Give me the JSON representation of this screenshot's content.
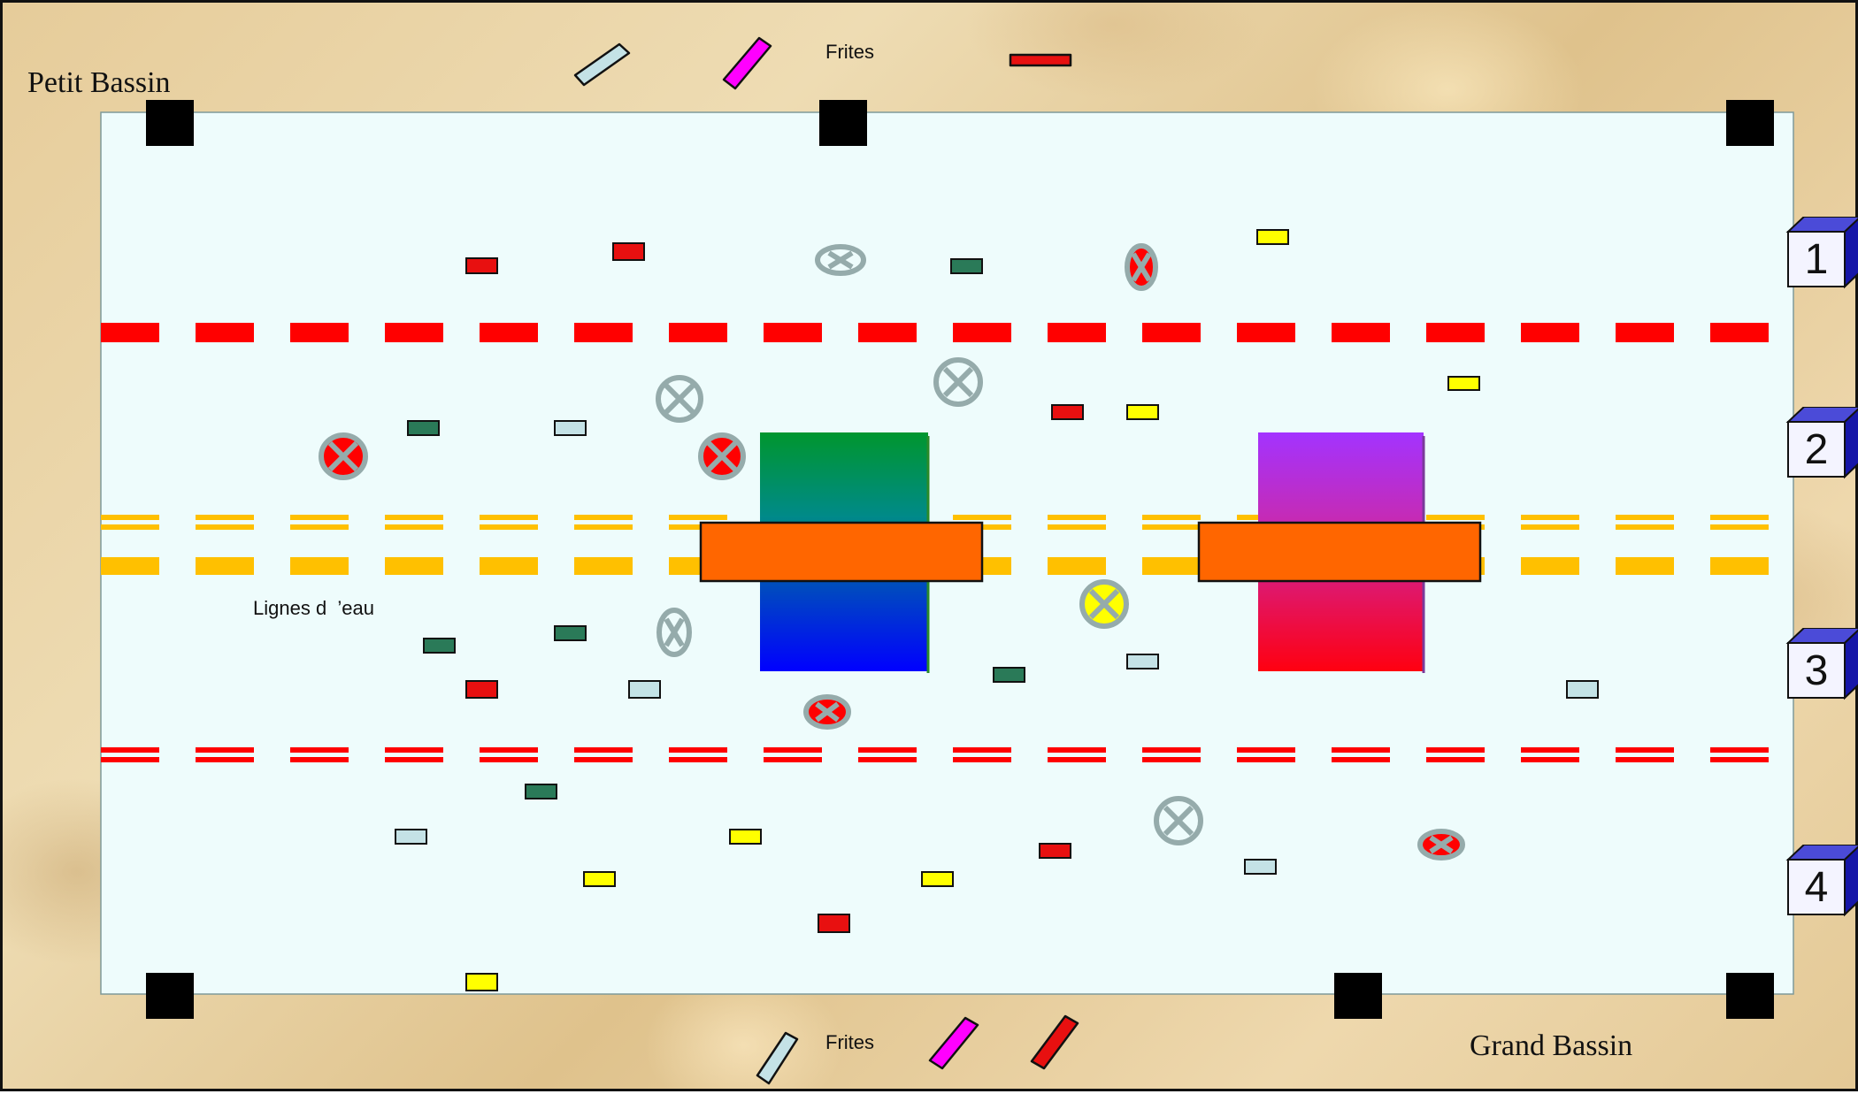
{
  "labels": {
    "petit_bassin": "Petit Bassin",
    "grand_bassin": "Grand Bassin",
    "frites_top": "Frites",
    "frites_bottom": "Frites",
    "lignes_deau": "Lignes d  ’eau"
  },
  "lane_blocks": [
    "1",
    "2",
    "3",
    "4"
  ],
  "colors": {
    "pool_water": "#eefcfc",
    "lane_line_red": "#ff0000",
    "lane_line_yellow": "#ffc000",
    "float_board": "#ff6600",
    "mat_green_to_blue": [
      "#00962e",
      "#0000ff"
    ],
    "mat_purple_to_red": [
      "#a333ff",
      "#ff0000"
    ],
    "anchor_block": "#000000",
    "hoop_grey": "#95abab"
  },
  "icons": [
    "pool-noodle-icon",
    "corner-anchor-icon",
    "hoop-target-icon",
    "rectangle-token-icon",
    "lane-block-icon"
  ]
}
